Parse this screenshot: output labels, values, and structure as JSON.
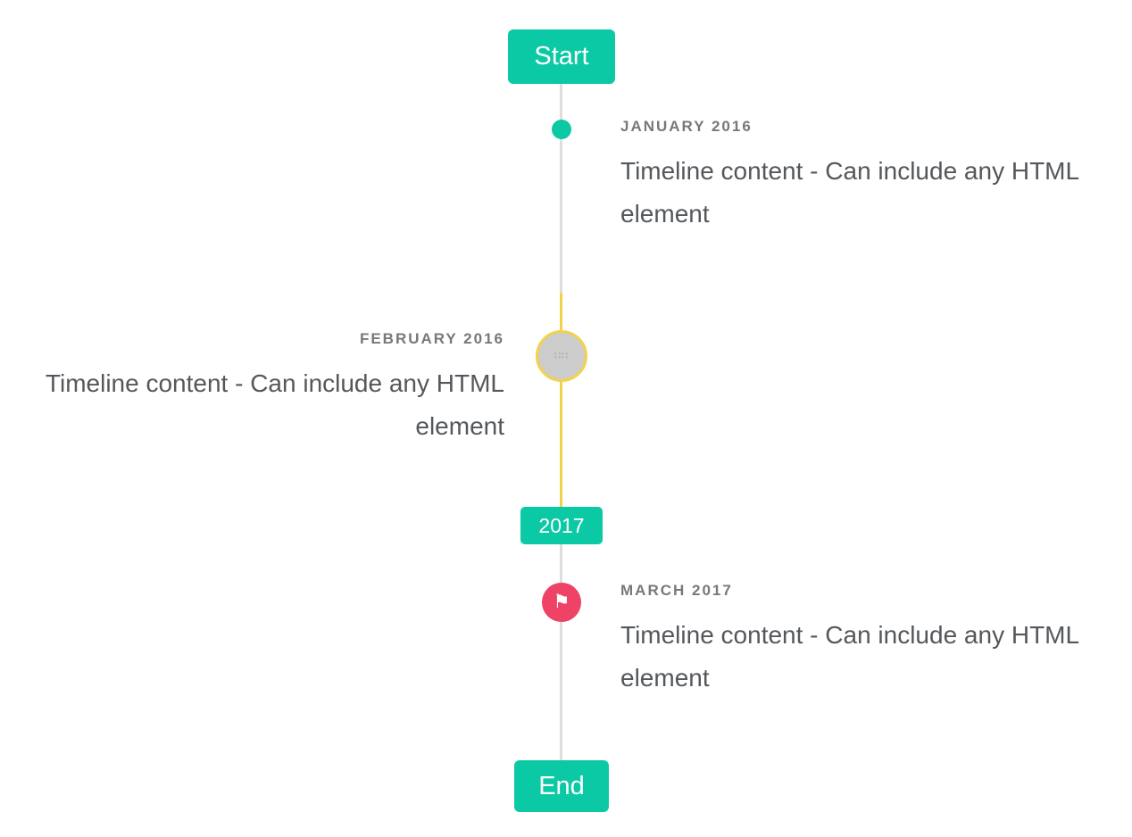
{
  "timeline": {
    "start_badge": "Start",
    "year_badge": "2017",
    "end_badge": "End",
    "items": [
      {
        "title": "JANUARY 2016",
        "content": "Timeline content - Can include any HTML element",
        "side": "right",
        "marker": "teal-dot"
      },
      {
        "title": "FEBRUARY 2016",
        "content": "Timeline content - Can include any HTML element",
        "side": "left",
        "marker": "image-placeholder-with-yellow-ring"
      },
      {
        "title": "MARCH 2017",
        "content": "Timeline content - Can include any HTML element",
        "side": "right",
        "marker": "red-flag-circle"
      }
    ],
    "icons": {
      "flag_glyph": "⚑",
      "image_placeholder_glyph": "∷∷"
    },
    "colors": {
      "accent_teal": "#0bc9a4",
      "highlight_yellow": "#f2d24b",
      "flag_red": "#ee4266",
      "line_gray": "#dddddd",
      "title_gray": "#787878",
      "content_gray": "#54585c"
    }
  }
}
